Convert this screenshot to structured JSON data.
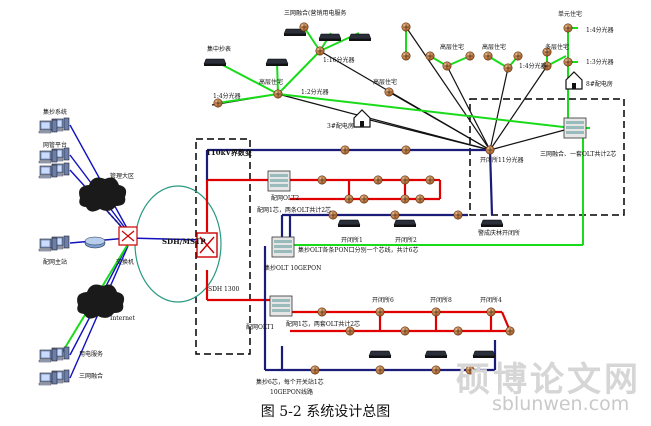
{
  "caption": "图 5-2 系统设计总图",
  "watermark": {
    "cn": "硕博论文网",
    "en": "sblunwen.com"
  },
  "labels": {
    "three_net_fusion_top": "三网融合(营销用电服务",
    "split_1_16": "1:16分光器",
    "meter_box": "集中抄表",
    "high_rise_1": "高层住宅",
    "split_1_2": "1:2分光器",
    "split_1_4_a": "1:4分光器",
    "high_rise_2": "高层住宅",
    "dist_room_3": "3#配电房",
    "unit_house": "单元住宅",
    "split_1_4_b": "1:4分光器",
    "high_rise_3": "高层住宅",
    "high_rise_4": "高层住宅",
    "split_1_4_c": "1:4分光器",
    "multi_storey": "多层住宅",
    "split_1_4_d": "1:4分光器",
    "split_1_3": "1:3分光器",
    "dist_room_8": "8#配电房",
    "meter_sys": "集抄系统",
    "net_platform": "网管平台",
    "dist_master": "配网主站",
    "mgmt_zone": "管理大区",
    "switch": "交换机",
    "sdh_mstp": "SDH/MSTP",
    "sdh_1300": "SDH 1300",
    "internet": "Internet",
    "power_service": "用电服务",
    "three_net_fusion": "三网融合",
    "substation_110kv": "110kV界数变",
    "olt2": "配网OLT2",
    "olt2_note": "配网1芯，两条OLT共计2芯",
    "switch_station_1": "开闭所1",
    "switch_station_2": "开闭所2",
    "meter_olt": "集抄OLT 10GEPON",
    "olt_note": "集抄OLT各条PON口分别一个芯线，共计6芯",
    "sub_station_x": "开闭所11分光器",
    "three_net_olt": "三网融合、一套OLT共计2芯",
    "forest_station": "警成庆林开闭所",
    "olt1": "配网OLT1",
    "olt1_note": "配网1芯，两套OLT共计2芯",
    "switch_station_6": "开闭所6",
    "switch_station_8": "开闭所8",
    "switch_station_4": "开闭所4",
    "bottom_note": "集抄6芯，每个开关站1芯",
    "bottom_note2": "10GEPON线路"
  },
  "colors": {
    "green_fiber": "#1adb1a",
    "red_fiber": "#e00000",
    "navy_fiber": "#1b1b7a",
    "black_line": "#111111",
    "blue_line": "#1010c0",
    "splitter": "#b87333",
    "cloud": "#1a1a1a",
    "ring": "#2a9a80"
  }
}
